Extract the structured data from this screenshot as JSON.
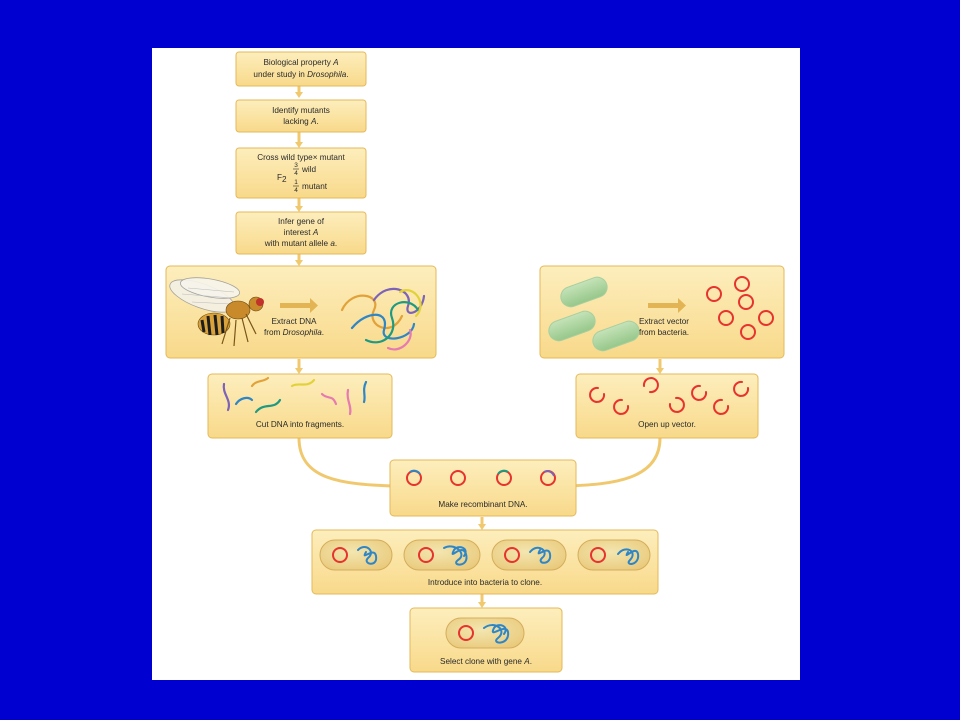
{
  "steps": {
    "s1": {
      "line1": "Biological property ",
      "line1_italic": "A",
      "line2": "under study in ",
      "line2_italic": "Drosophila",
      "line2_end": "."
    },
    "s2": {
      "line1": "Identify mutants",
      "line2": "lacking ",
      "line2_italic": "A",
      "line2_end": "."
    },
    "s3": {
      "line1": "Cross wild type",
      "times": "×",
      "line1_end": " mutant",
      "f2": "F",
      "f2_sub": "2",
      "frac1_num": "3",
      "frac1_den": "4",
      "wild": "wild",
      "frac2_num": "1",
      "frac2_den": "4",
      "mutant": "mutant"
    },
    "s4": {
      "line1": "Infer gene of",
      "line2": "interest ",
      "line2_italic": "A",
      "line3": "with mutant allele ",
      "line3_italic": "a",
      "line3_end": "."
    },
    "s5": {
      "line1": "Extract DNA",
      "line2": "from ",
      "line2_italic": "Drosophila",
      "line2_end": "."
    },
    "s6": {
      "line1": "Extract vector",
      "line2": "from bacteria."
    },
    "s7": {
      "label": "Cut DNA into fragments."
    },
    "s8": {
      "label": "Open up vector."
    },
    "s9": {
      "label": "Make recombinant DNA."
    },
    "s10": {
      "label": "Introduce into bacteria to clone."
    },
    "s11": {
      "label": "Select clone with gene ",
      "label_italic": "A",
      "label_end": "."
    }
  },
  "colors": {
    "page_background": "#0000d0",
    "panel": "#ffffff",
    "box_fill": "#fbe3a1",
    "box_stroke": "#e4b95a",
    "arrow": "#f3cf7c",
    "plasmid": "#e8322e",
    "bacterium": "#a9d29e",
    "dna_blue": "#2f86c6"
  }
}
